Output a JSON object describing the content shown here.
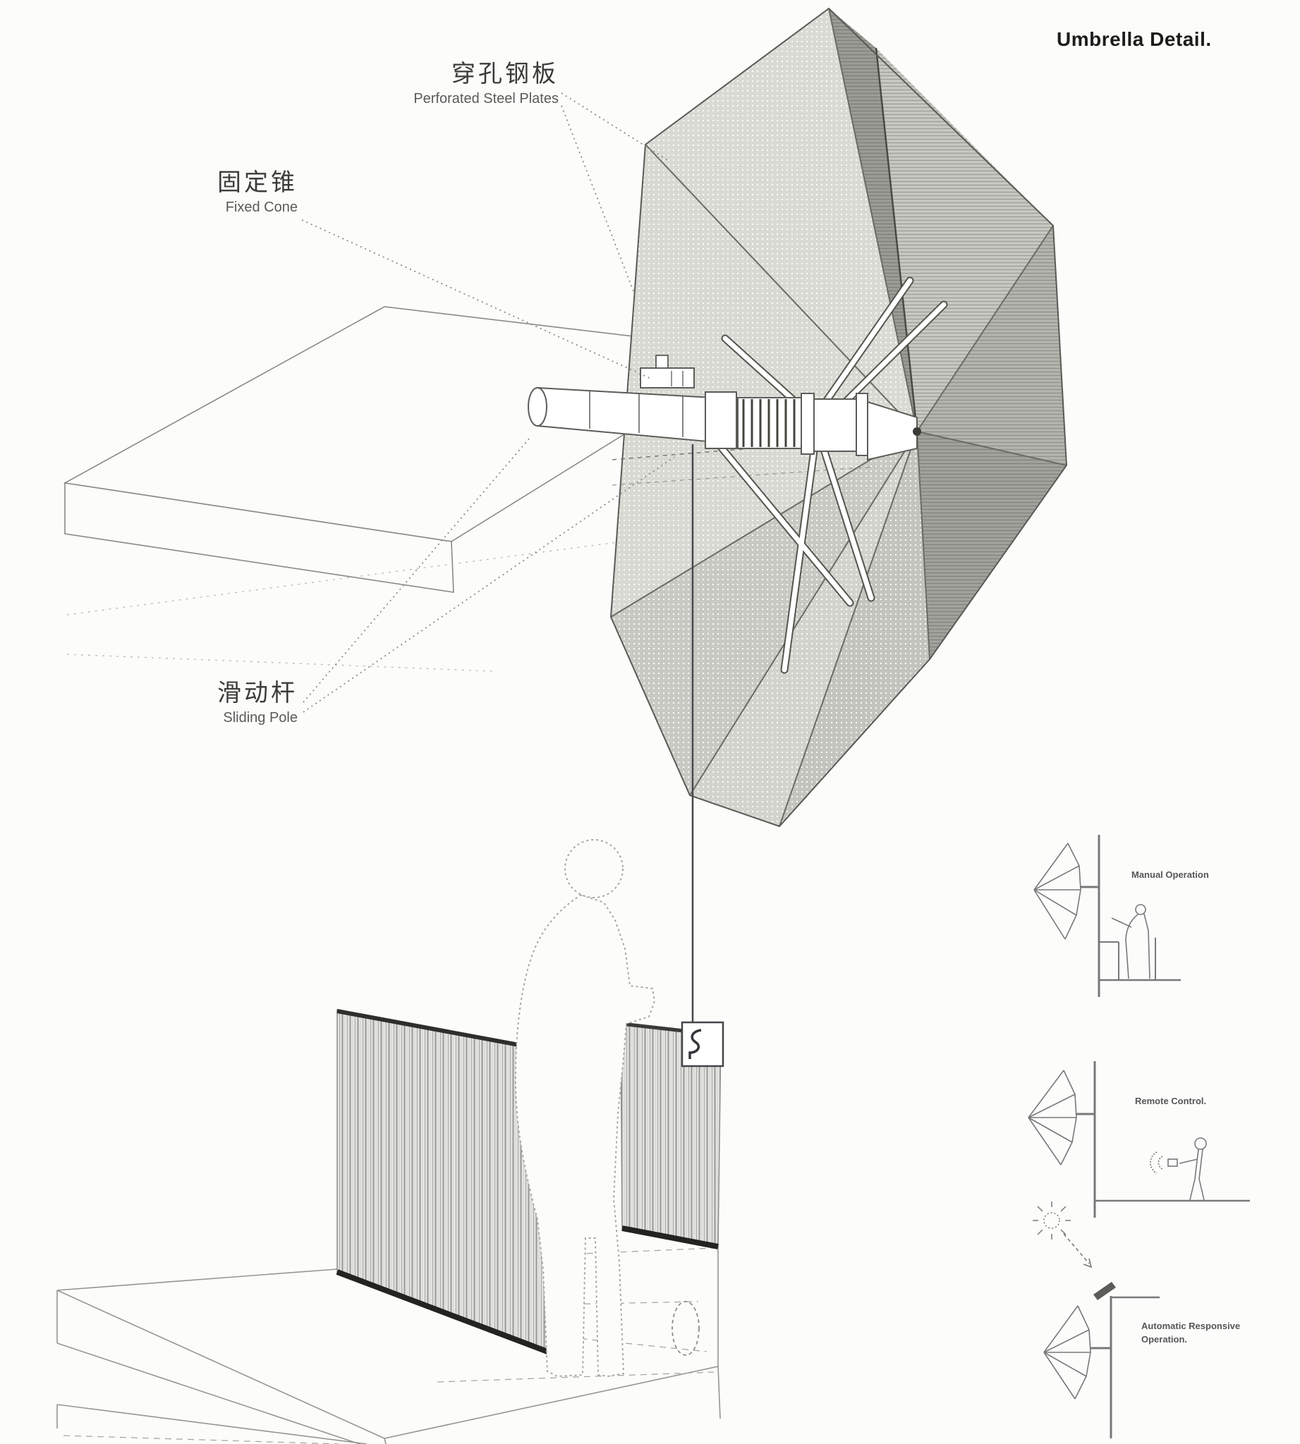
{
  "page": {
    "title": "Umbrella Detail."
  },
  "callouts": {
    "perforated_steel_plates": {
      "zh": "穿孔钢板",
      "en": "Perforated Steel Plates"
    },
    "fixed_cone": {
      "zh": "固定锥",
      "en": "Fixed Cone"
    },
    "sliding_pole": {
      "zh": "滑动杆",
      "en": "Sliding Pole"
    }
  },
  "operation_modes": [
    {
      "label": "Manual Operation"
    },
    {
      "label": "Remote Control."
    },
    {
      "label": "Automatic Responsive Operation."
    }
  ],
  "colors": {
    "paper": "#fcfdfa",
    "line": "#55555a",
    "canopy_light": "#d9d9d3",
    "canopy_medium": "#c4c4be",
    "canopy_dark": "#9c9c96",
    "railing": "#e9e9e6",
    "text": "#4a4a48"
  }
}
